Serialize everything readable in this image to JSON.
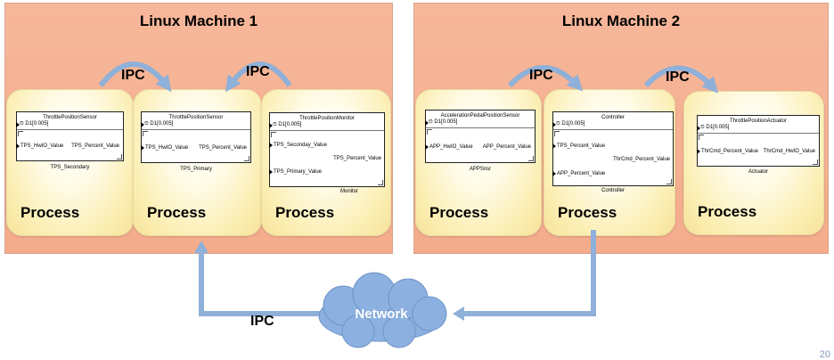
{
  "machines": [
    {
      "title": "Linux Machine 1"
    },
    {
      "title": "Linux Machine 2"
    }
  ],
  "process_label": "Process",
  "clock_label": "D1[0.005]",
  "ipc_label": "IPC",
  "network_label": "Network",
  "blocks": {
    "tps_secondary": {
      "title": "ThrottlePositionSensor",
      "in": "TPS_HwIO_Value",
      "out": "TPS_Percent_Value",
      "caption": "TPS_Secondary"
    },
    "tps_primary": {
      "title": "ThrottlePositionSensor",
      "in": "TPS_HwIO_Value",
      "out": "TPS_Percent_Value",
      "caption": "TPS_Primary"
    },
    "monitor": {
      "title": "ThrottlePositionMonitor",
      "in1": "TPS_Seconday_Value",
      "in2": "TPS_Primary_Value",
      "out": "TPS_Percent_Value",
      "caption": "Monitor"
    },
    "app_sensor": {
      "title": "AccelerationPedalPositionSensor",
      "in": "APP_HwIO_Value",
      "out": "APP_Percent_Value",
      "caption": "APPSnsr"
    },
    "controller": {
      "title": "Controller",
      "in1": "TPS_Percent_Value",
      "in2": "APP_Percent_Value",
      "out": "ThrCmd_Percent_Value",
      "caption": "Controller"
    },
    "actuator": {
      "title": "ThrottlePositionActuator",
      "in": "ThrCmd_Percent_Value",
      "out": "ThrCmd_HwIO_Value",
      "caption": "Actuator"
    }
  },
  "page_number": "20",
  "colors": {
    "machine_bg": "#f4ac8c",
    "process_bg": "#fbeeb2",
    "ipc_arrow": "#8fb0d8",
    "network_cloud": "#8cb0e0"
  }
}
